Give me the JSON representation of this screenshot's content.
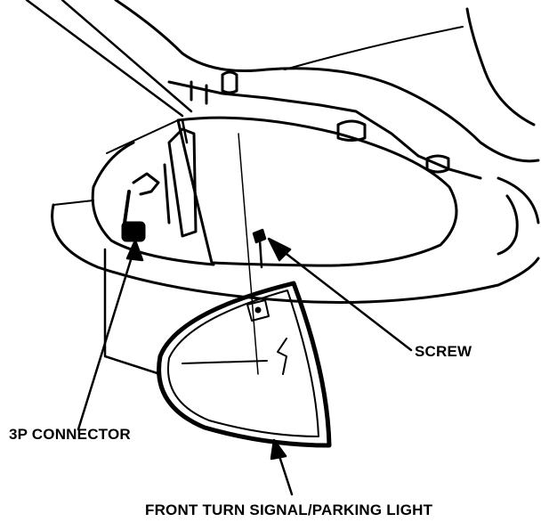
{
  "labels": {
    "screw": "SCREW",
    "connector": "3P CONNECTOR",
    "light": "FRONT TURN SIGNAL/PARKING LIGHT"
  },
  "colors": {
    "ink": "#000000",
    "paper": "#ffffff"
  }
}
